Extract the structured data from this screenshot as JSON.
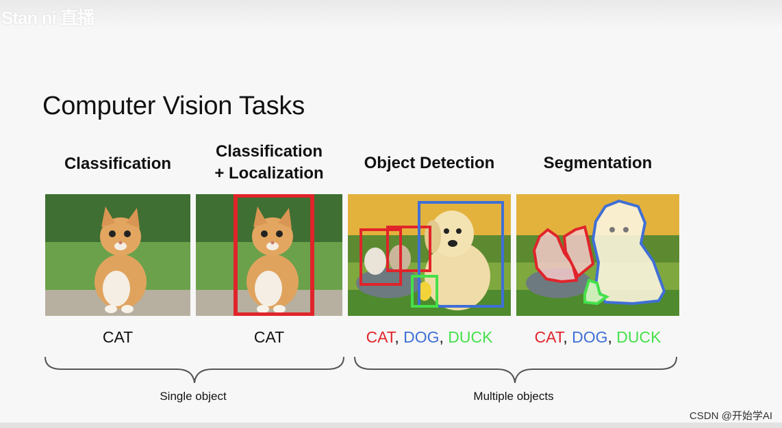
{
  "header": {
    "logo_text": "Stan ni 直播"
  },
  "slide": {
    "title": "Computer Vision Tasks",
    "columns": [
      {
        "heading": "Classification",
        "caption": [
          {
            "text": "CAT",
            "color": "#111111"
          }
        ]
      },
      {
        "heading_line1": "Classification",
        "heading_line2": "+ Localization",
        "caption": [
          {
            "text": "CAT",
            "color": "#111111"
          }
        ]
      },
      {
        "heading": "Object Detection",
        "caption": [
          {
            "text": "CAT",
            "color": "#e0242a"
          },
          {
            "text": ", ",
            "color": "#111111"
          },
          {
            "text": "DOG",
            "color": "#3f6fd6"
          },
          {
            "text": ", ",
            "color": "#111111"
          },
          {
            "text": "DUCK",
            "color": "#45e04a"
          }
        ]
      },
      {
        "heading": "Segmentation",
        "caption": [
          {
            "text": "CAT",
            "color": "#e0242a"
          },
          {
            "text": ", ",
            "color": "#111111"
          },
          {
            "text": "DOG",
            "color": "#3f6fd6"
          },
          {
            "text": ", ",
            "color": "#111111"
          },
          {
            "text": "DUCK",
            "color": "#45e04a"
          }
        ]
      }
    ],
    "groups": {
      "single": "Single object",
      "multiple": "Multiple objects"
    }
  },
  "colors": {
    "cat": "#e0242a",
    "dog": "#3f6fd6",
    "duck": "#45e04a"
  },
  "watermark": "CSDN @开始学AI"
}
